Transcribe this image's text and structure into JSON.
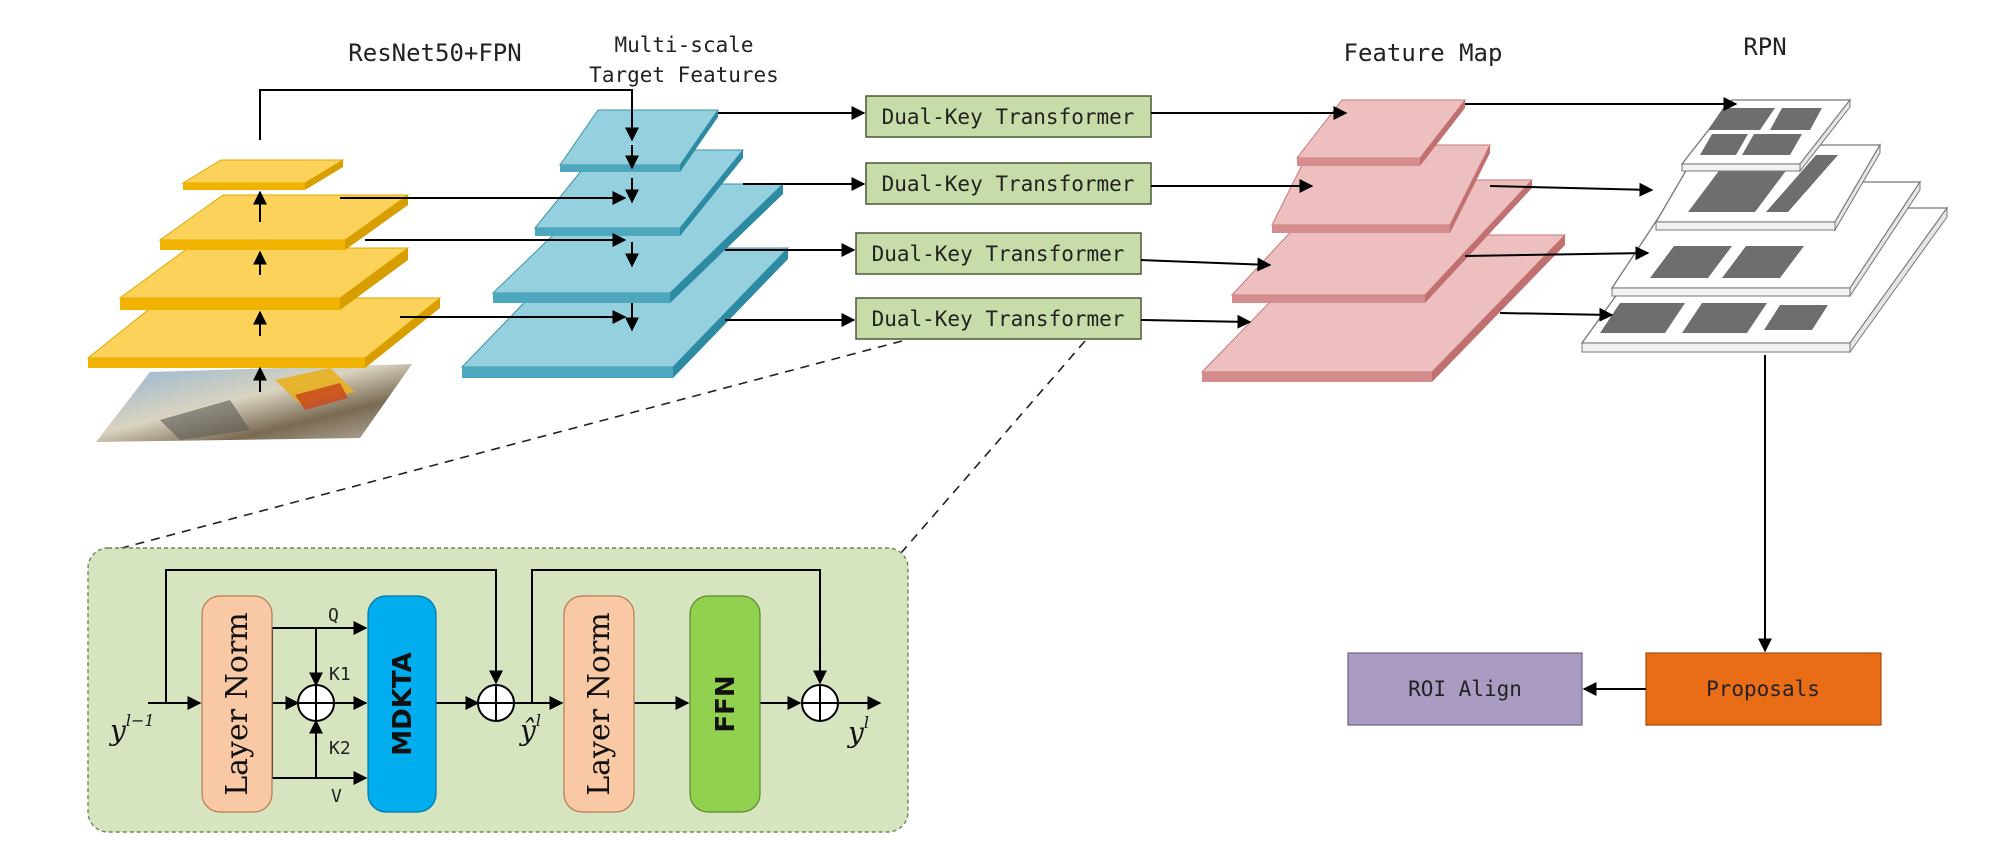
{
  "labels": {
    "backbone": "ResNet50+FPN",
    "targets_line1": "Multi-scale",
    "targets_line2": "Target Features",
    "feature_map": "Feature Map",
    "rpn": "RPN"
  },
  "transformers": [
    {
      "label": "Dual-Key Transformer"
    },
    {
      "label": "Dual-Key Transformer"
    },
    {
      "label": "Dual-Key Transformer"
    },
    {
      "label": "Dual-Key Transformer"
    }
  ],
  "outputs": {
    "roi_align": "ROI Align",
    "proposals": "Proposals"
  },
  "detail": {
    "input_base": "y",
    "input_sup": "l−1",
    "mid_base": "ŷ",
    "mid_sup": "l",
    "output_base": "y",
    "output_sup": "l",
    "layer_norm_1": "Layer Norm",
    "mdkta": "MDKTA",
    "layer_norm_2": "Layer Norm",
    "ffn": "FFN",
    "q": "Q",
    "k1": "K1",
    "k2": "K2",
    "v": "V"
  },
  "colors": {
    "backbone_fill": "#fdd25a",
    "backbone_edge": "#e0a800",
    "target_fill": "#94d0de",
    "target_edge": "#3e93ab",
    "feature_fill": "#eebfbf",
    "feature_edge": "#c87878",
    "transformer_fill": "#c7dca8",
    "detail_bg": "#d6e4c0",
    "layer_norm": "#f9c8a4",
    "mdkta": "#00adef",
    "ffn": "#92d050",
    "roi_align": "#a99bc1",
    "proposals": "#e96d17"
  }
}
